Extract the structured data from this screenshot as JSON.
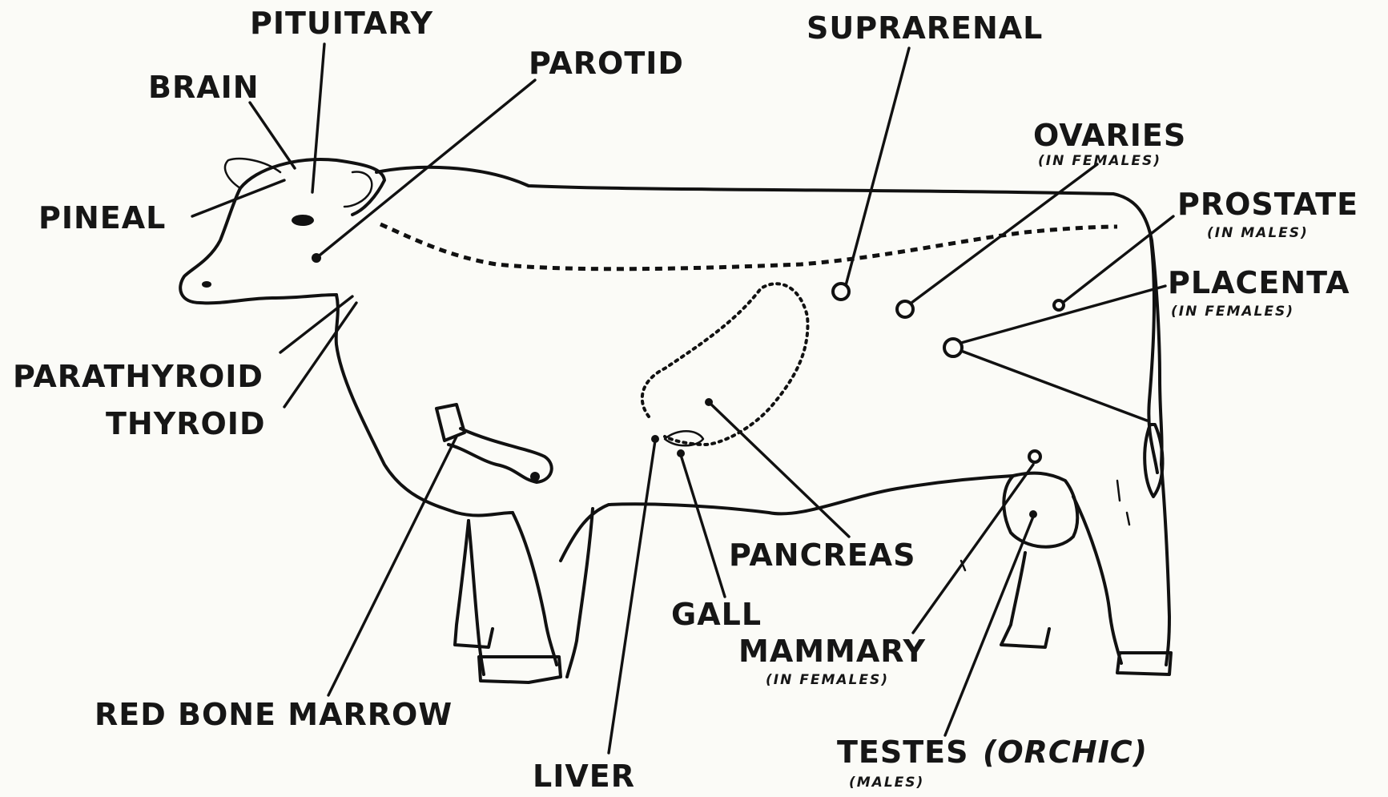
{
  "labels": {
    "pituitary": "PITUITARY",
    "brain": "BRAIN",
    "parotid": "PAROTID",
    "suprarenal": "SUPRARENAL",
    "ovaries": "OVARIES",
    "ovaries_note": "(IN FEMALES)",
    "prostate": "PROSTATE",
    "prostate_note": "(IN MALES)",
    "placenta": "PLACENTA",
    "placenta_note": "(IN FEMALES)",
    "pineal": "PINEAL",
    "parathyroid": "PARATHYROID",
    "thyroid": "THYROID",
    "pancreas": "PANCREAS",
    "gall": "GALL",
    "mammary": "MAMMARY",
    "mammary_note": "(IN FEMALES)",
    "red_bone_marrow": "RED BONE MARROW",
    "liver": "LIVER",
    "testes": "TESTES",
    "orchic": "(ORCHIC)",
    "testes_note": "(MALES)"
  }
}
